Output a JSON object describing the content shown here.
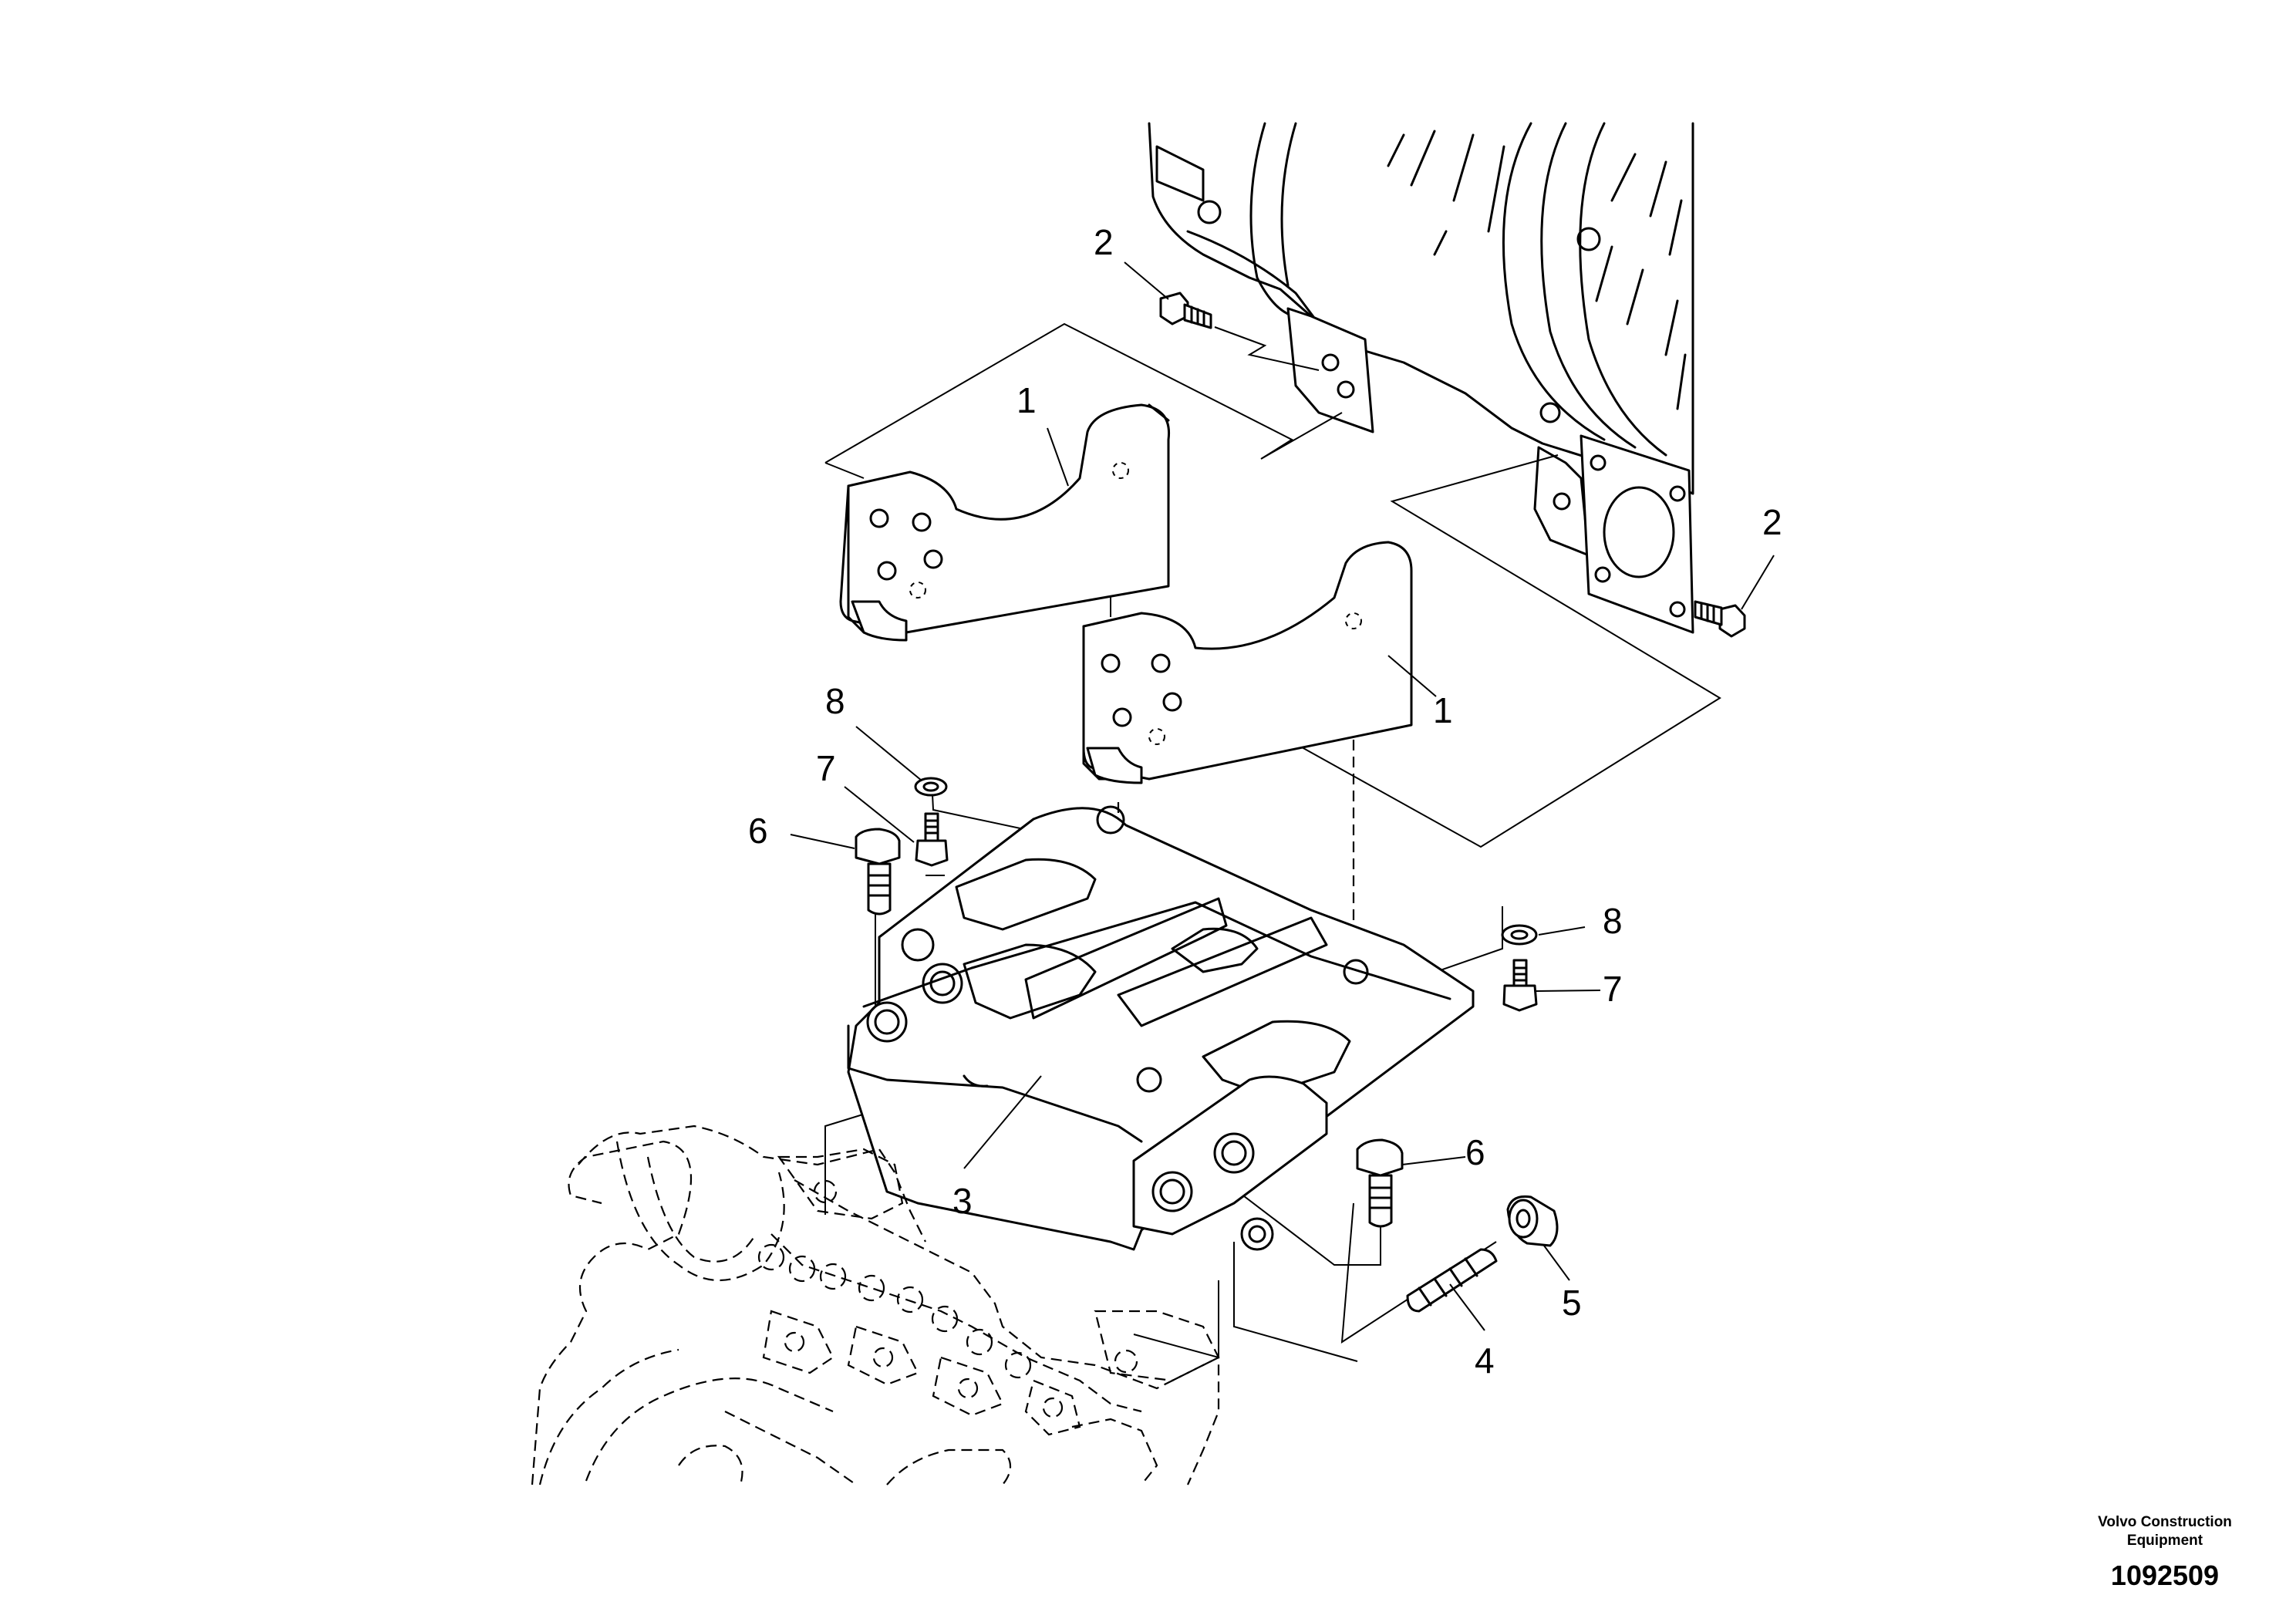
{
  "callouts": {
    "c1a": "1",
    "c1b": "1",
    "c2a": "2",
    "c2b": "2",
    "c3": "3",
    "c4": "4",
    "c5": "5",
    "c6a": "6",
    "c6b": "6",
    "c7a": "7",
    "c7b": "7",
    "c8a": "8",
    "c8b": "8"
  },
  "footer": {
    "credit_line1": "Volvo Construction",
    "credit_line2": "Equipment",
    "drawing_number": "1092509"
  }
}
